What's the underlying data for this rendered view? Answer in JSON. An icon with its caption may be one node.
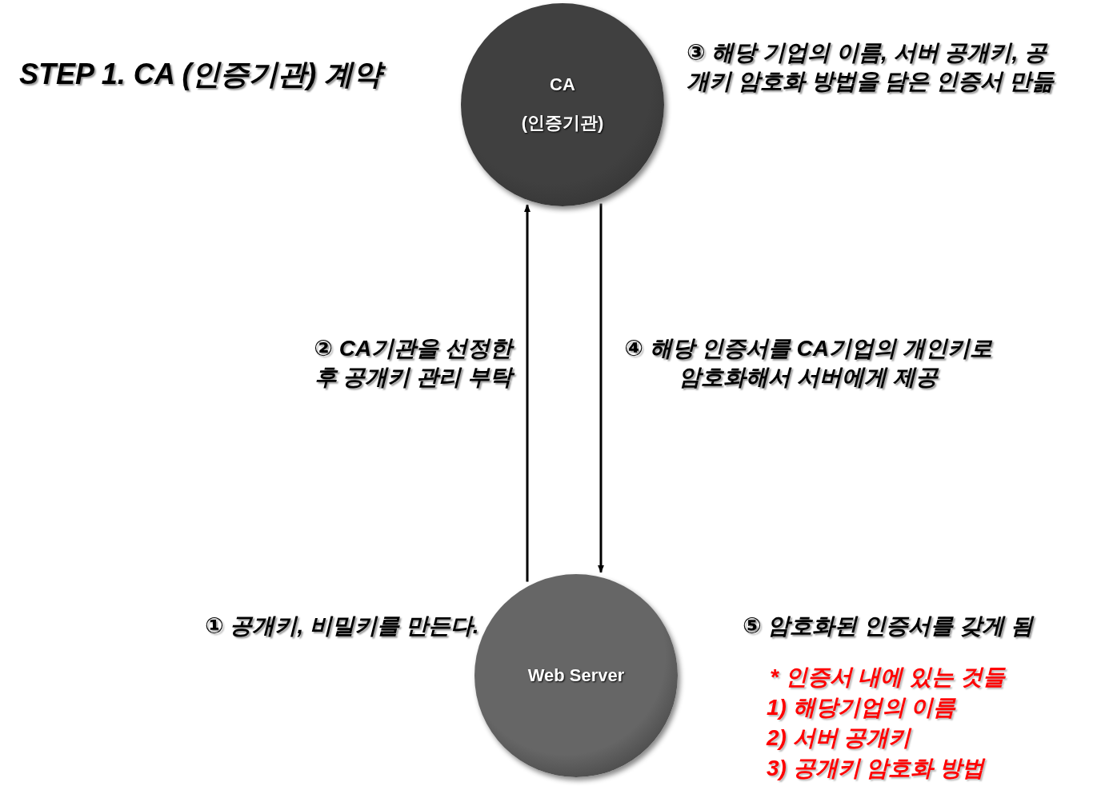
{
  "diagram": {
    "title": "STEP 1. CA (인증기관) 계약",
    "nodes": [
      {
        "text": [
          "CA",
          "(인증기관)"
        ],
        "beside": [
          "③ 해당 기업의 이름, 서버 공개키, 공개키 암호화 방법을 담은 인증서 만듦"
        ]
      },
      {
        "text": [
          "Web Server"
        ],
        "beside": [
          "① 공개키, 비밀키를 만든다.",
          "⑤ 암호화된 인증서를 갖게 됨"
        ]
      }
    ],
    "edges": [
      {
        "from": 1,
        "to": 0,
        "arrow": "to",
        "label": "② CA기관을 선정한 후 공개키 관리 부탁"
      },
      {
        "from": 0,
        "to": 1,
        "arrow": "to",
        "label": "④ 해당 인증서를 CA기업의 개인키로 암호화해서 서버에게 제공"
      }
    ],
    "labels": [
      "* 인증서 내에 있는 것들",
      "1) 해당기업의 이름",
      "2) 서버 공개키",
      "3) 공개키 암호화 방법"
    ]
  }
}
